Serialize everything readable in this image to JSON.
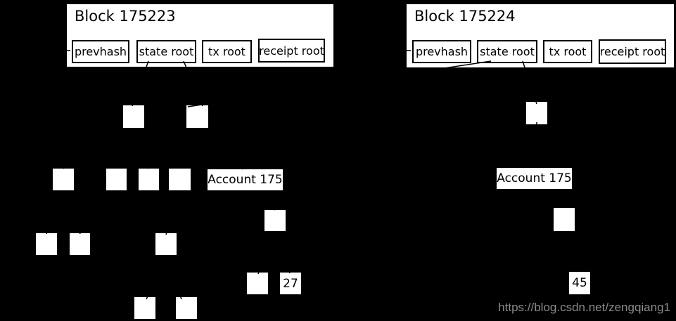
{
  "diagram": {
    "blocks": [
      {
        "title": "Block 175223",
        "fields": [
          "prevhash",
          "state root",
          "tx root",
          "receipt root"
        ]
      },
      {
        "title": "Block 175224",
        "fields": [
          "prevhash",
          "state root",
          "tx root",
          "receipt root"
        ]
      }
    ],
    "left_tree": {
      "account": "Account 175",
      "value": "27"
    },
    "right_tree": {
      "account": "Account 175",
      "value": "45"
    }
  },
  "watermark": {
    "text": "https://blog.csdn.net/zengqiang1"
  },
  "colors": {
    "background": "#000000",
    "box_fill": "#ffffff",
    "box_border": "#000000",
    "line": "#000000",
    "watermark_text": "#8a8a8a"
  }
}
